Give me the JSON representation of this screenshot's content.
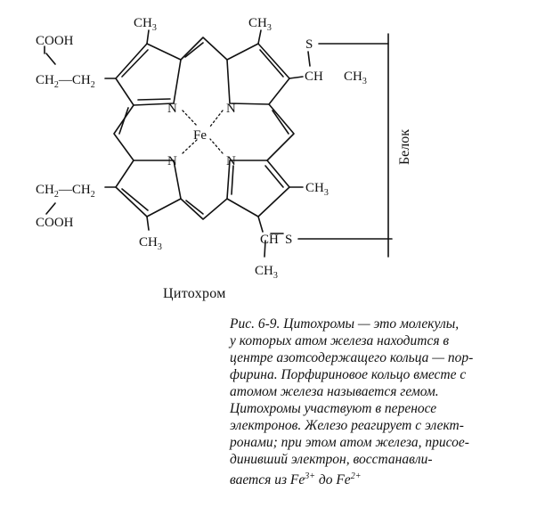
{
  "structure": {
    "cooh_top": "COOH",
    "ch2_ch2_top": [
      "CH",
      "2",
      "—CH",
      "2"
    ],
    "ch2_ch2_bottom": [
      "CH",
      "2",
      "—CH",
      "2"
    ],
    "cooh_bottom": "COOH",
    "methyl": [
      "CH",
      "3"
    ],
    "ch": "CH",
    "sulfur": "S",
    "nitrogen": "N",
    "iron": "Fe",
    "protein": "Белок"
  },
  "caption_title": "Цитохром",
  "caption_lines": [
    "Рис. 6-9. Цитохромы — это молекулы,",
    "у которых атом железа находится в",
    "центре азотсодержащего кольца — пор-",
    "фирина. Порфириновое кольцо вместе с",
    "атомом железа называется гемом.",
    "Цитохромы участвуют в переносе",
    "электронов. Железо реагирует с элект-",
    "ронами; при этом атом железа, присое-",
    "динивший электрон, восстанавли-"
  ],
  "caption_last_line": {
    "prefix": "вается из ",
    "ion_from": "Fe",
    "charge_from": "3+",
    "mid": " до ",
    "ion_to": "Fe",
    "charge_to": "2+"
  }
}
